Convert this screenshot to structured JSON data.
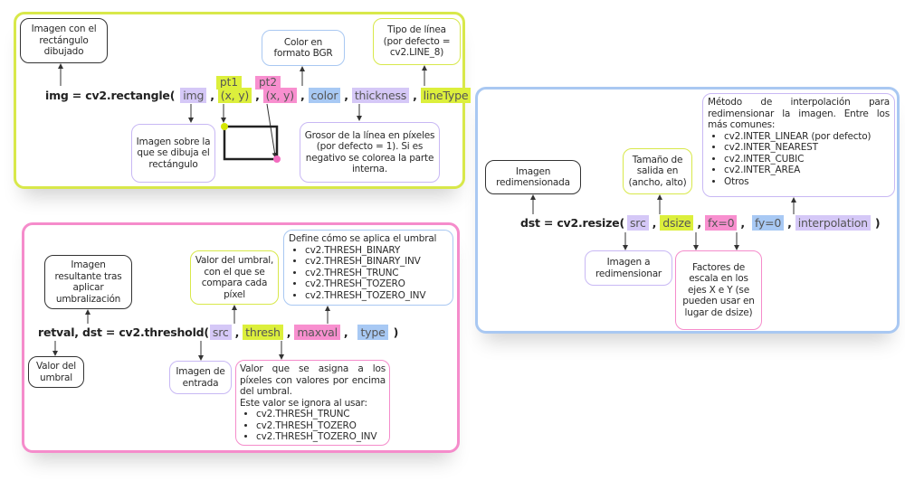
{
  "rectangle": {
    "formula_prefix": "img = cv2.rectangle(",
    "formula_suffix": ")",
    "params": {
      "img": "img",
      "pt1_label": "pt1",
      "pt1_value": "(x, y)",
      "pt2_label": "pt2",
      "pt2_value": "(x, y)",
      "color": "color",
      "thickness": "thickness",
      "lineType": "lineType"
    },
    "separator": ",",
    "notes": {
      "output": "Imagen con el rectángulo dibujado",
      "color": "Color en formato BGR",
      "lineType": "Tipo de línea (por defecto = cv2.LINE_8)",
      "img": "Imagen sobre la que se dibuja el rectángulo",
      "thickness": "Grosor de la línea en píxeles (por defecto = 1). Si es negativo se colorea la parte interna."
    }
  },
  "resize": {
    "formula_prefix": "dst = cv2.resize(",
    "formula_suffix": ")",
    "params": {
      "src": "src",
      "dsize": "dsize",
      "fx": "fx=0",
      "fy": "fy=0",
      "interpolation": "interpolation"
    },
    "separator": ",",
    "notes": {
      "output": "Imagen redimensionada",
      "dsize": "Tamaño de salida en (ancho, alto)",
      "interpolation_intro": "Método de interpolación para redimensionar la imagen. Entre los más comunes:",
      "interpolation_options": [
        "cv2.INTER_LINEAR (por defecto)",
        "cv2.INTER_NEAREST",
        "cv2.INTER_CUBIC",
        "cv2.INTER_AREA",
        "Otros"
      ],
      "src": "Imagen a redimensionar",
      "fxfy": "Factores de escala en los ejes X e Y (se pueden usar en lugar de dsize)"
    }
  },
  "threshold": {
    "formula_prefix": "retval, dst = cv2.threshold(",
    "formula_suffix": ")",
    "params": {
      "src": "src",
      "thresh": "thresh",
      "maxval": "maxval",
      "type": "type"
    },
    "separator": ",",
    "notes": {
      "dst": "Imagen resultante tras aplicar umbralización",
      "thresh": "Valor del umbral, con el que se compara cada píxel",
      "type_intro": "Define cómo se aplica el umbral",
      "type_options": [
        "cv2.THRESH_BINARY",
        "cv2.THRESH_BINARY_INV",
        "cv2.THRESH_TRUNC",
        "cv2.THRESH_TOZERO",
        "cv2.THRESH_TOZERO_INV"
      ],
      "retval": "Valor del umbral",
      "src": "Imagen de entrada",
      "maxval_intro": "Valor que se asigna a los píxeles con valores por encima del umbral.",
      "maxval_ignored": "Este valor se ignora al usar:",
      "maxval_options": [
        "cv2.THRESH_TRUNC",
        "cv2.THRESH_TOZERO",
        "cv2.THRESH_TOZERO_INV"
      ]
    }
  },
  "colors": {
    "yellow": "#dcef3c",
    "purple": "#d5c8f7",
    "pink": "#f88fcf",
    "blue": "#a8c9f4",
    "panel_yellow": "#d8e84a",
    "panel_blue": "#a9c8f2",
    "panel_pink": "#f58ccb"
  }
}
